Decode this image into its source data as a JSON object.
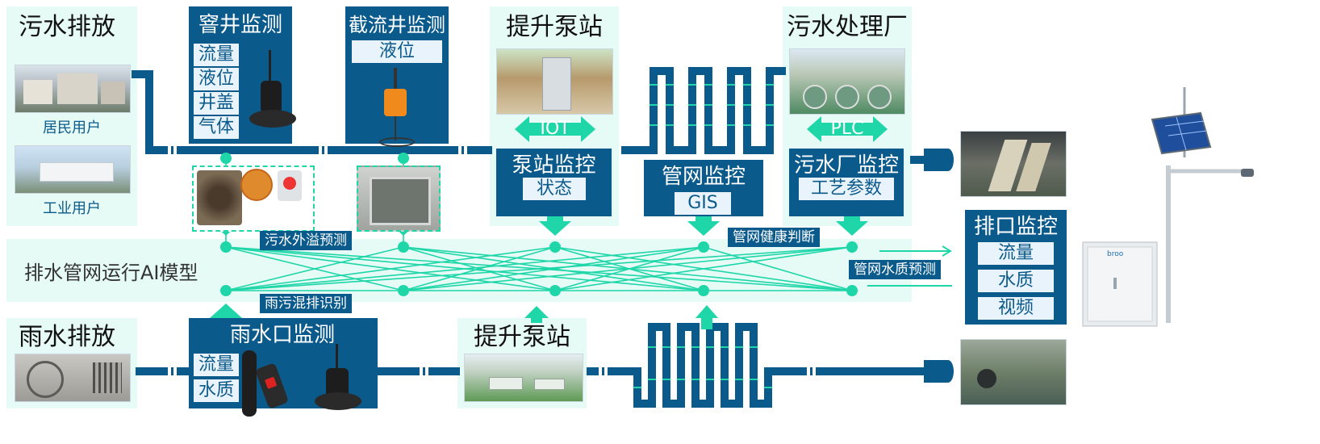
{
  "sewage_discharge": {
    "title": "污水排放",
    "residential_caption": "居民用户",
    "industrial_caption": "工业用户"
  },
  "manhole_monitoring": {
    "title": "窨井监测",
    "params": [
      "流量",
      "液位",
      "井盖",
      "气体"
    ]
  },
  "interceptor_well_monitoring": {
    "title": "截流井监测",
    "params": [
      "液位"
    ]
  },
  "lift_pump_station_top": {
    "title": "提升泵站",
    "protocol": "IOT",
    "control_title": "泵站监控",
    "control_param": "状态"
  },
  "pipe_network_control": {
    "title": "管网监控",
    "param": "GIS"
  },
  "sewage_plant": {
    "title": "污水处理厂",
    "protocol": "PLC",
    "control_title": "污水厂监控",
    "control_param": "工艺参数"
  },
  "ai_model": {
    "title": "排水管网运行AI模型",
    "labels": {
      "overflow_prediction": "污水外溢预测",
      "pipe_health": "管网健康判断",
      "water_quality_prediction": "管网水质预测",
      "mixed_discharge": "雨污混排识别"
    }
  },
  "outlet_monitoring": {
    "title": "排口监控",
    "params": [
      "流量",
      "水质",
      "视频"
    ],
    "cabinet_brand": "broo"
  },
  "rain_discharge": {
    "title": "雨水排放"
  },
  "rain_outlet_monitoring": {
    "title": "雨水口监测",
    "params": [
      "流量",
      "水质"
    ]
  },
  "lift_pump_station_bottom": {
    "title": "提升泵站"
  },
  "colors": {
    "navy": "#0b5a8c",
    "teal": "#1ed6a8",
    "mint": "#e6fbf6"
  }
}
